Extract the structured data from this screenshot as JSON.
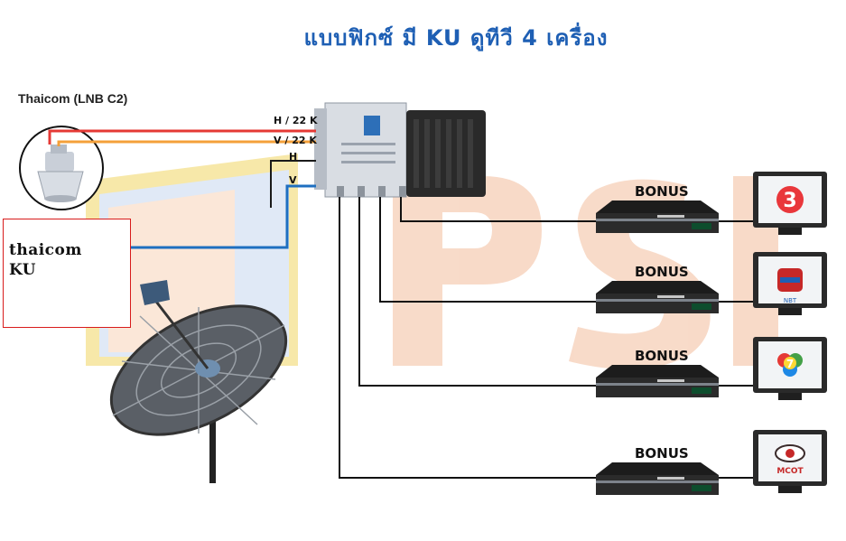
{
  "title": "แบบฟิกซ์ มี KU ดูทีวี 4 เครื่อง",
  "lnb_label": "Thaicom (LNB C2)",
  "lines": [
    {
      "label": "H / 22 K",
      "color": "#e53935"
    },
    {
      "label": "V / 22 K",
      "color": "#f4a03a"
    },
    {
      "label": "H",
      "color": "#1a1a1a"
    },
    {
      "label": "V",
      "color": "#1e6fc0"
    }
  ],
  "ku_box": {
    "line1": "thaicom",
    "line2": "KU"
  },
  "receivers": [
    {
      "label": "BONUS",
      "channel": "3"
    },
    {
      "label": "BONUS",
      "channel": "NBT"
    },
    {
      "label": "BONUS",
      "channel": "7"
    },
    {
      "label": "BONUS",
      "channel": "MCOT"
    }
  ],
  "watermark": "PSI",
  "colors": {
    "title": "#1e5fb4",
    "watermark_orange": "#f8d9c6",
    "watermark_blue": "#dfe8f6",
    "box_border": "#d81b1b"
  }
}
